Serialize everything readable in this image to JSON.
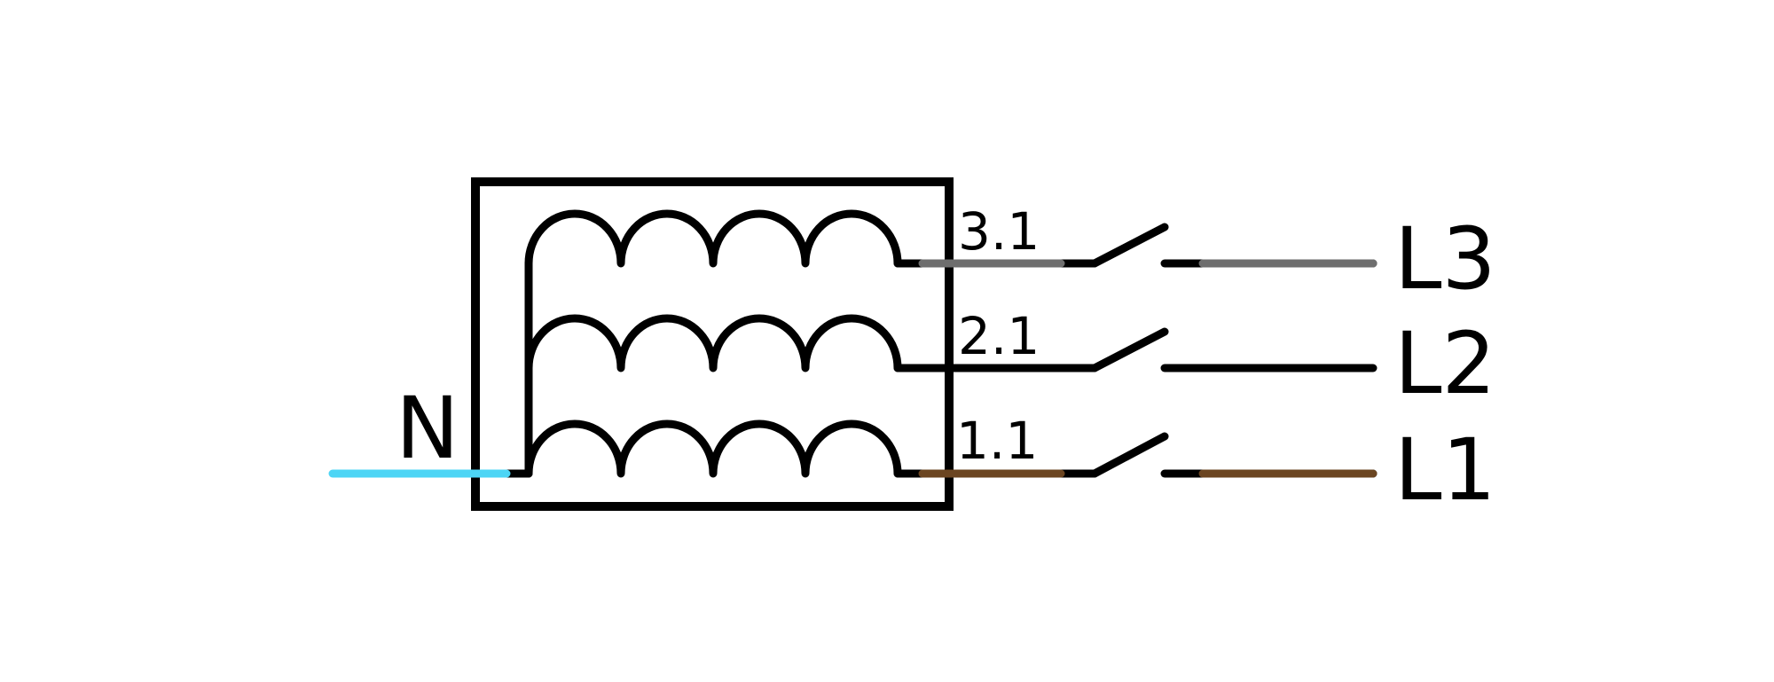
{
  "labels": {
    "neutral": "N",
    "l1": "L1",
    "l2": "L2",
    "l3": "L3",
    "term_1": "1.1",
    "term_2": "2.1",
    "term_3": "3.1"
  },
  "colors": {
    "neutral": "#4DD5F5",
    "l1": "#6B4521",
    "l2": "#000000",
    "l3": "#6E6E6E",
    "line": "#000000",
    "background": "#ffffff"
  }
}
